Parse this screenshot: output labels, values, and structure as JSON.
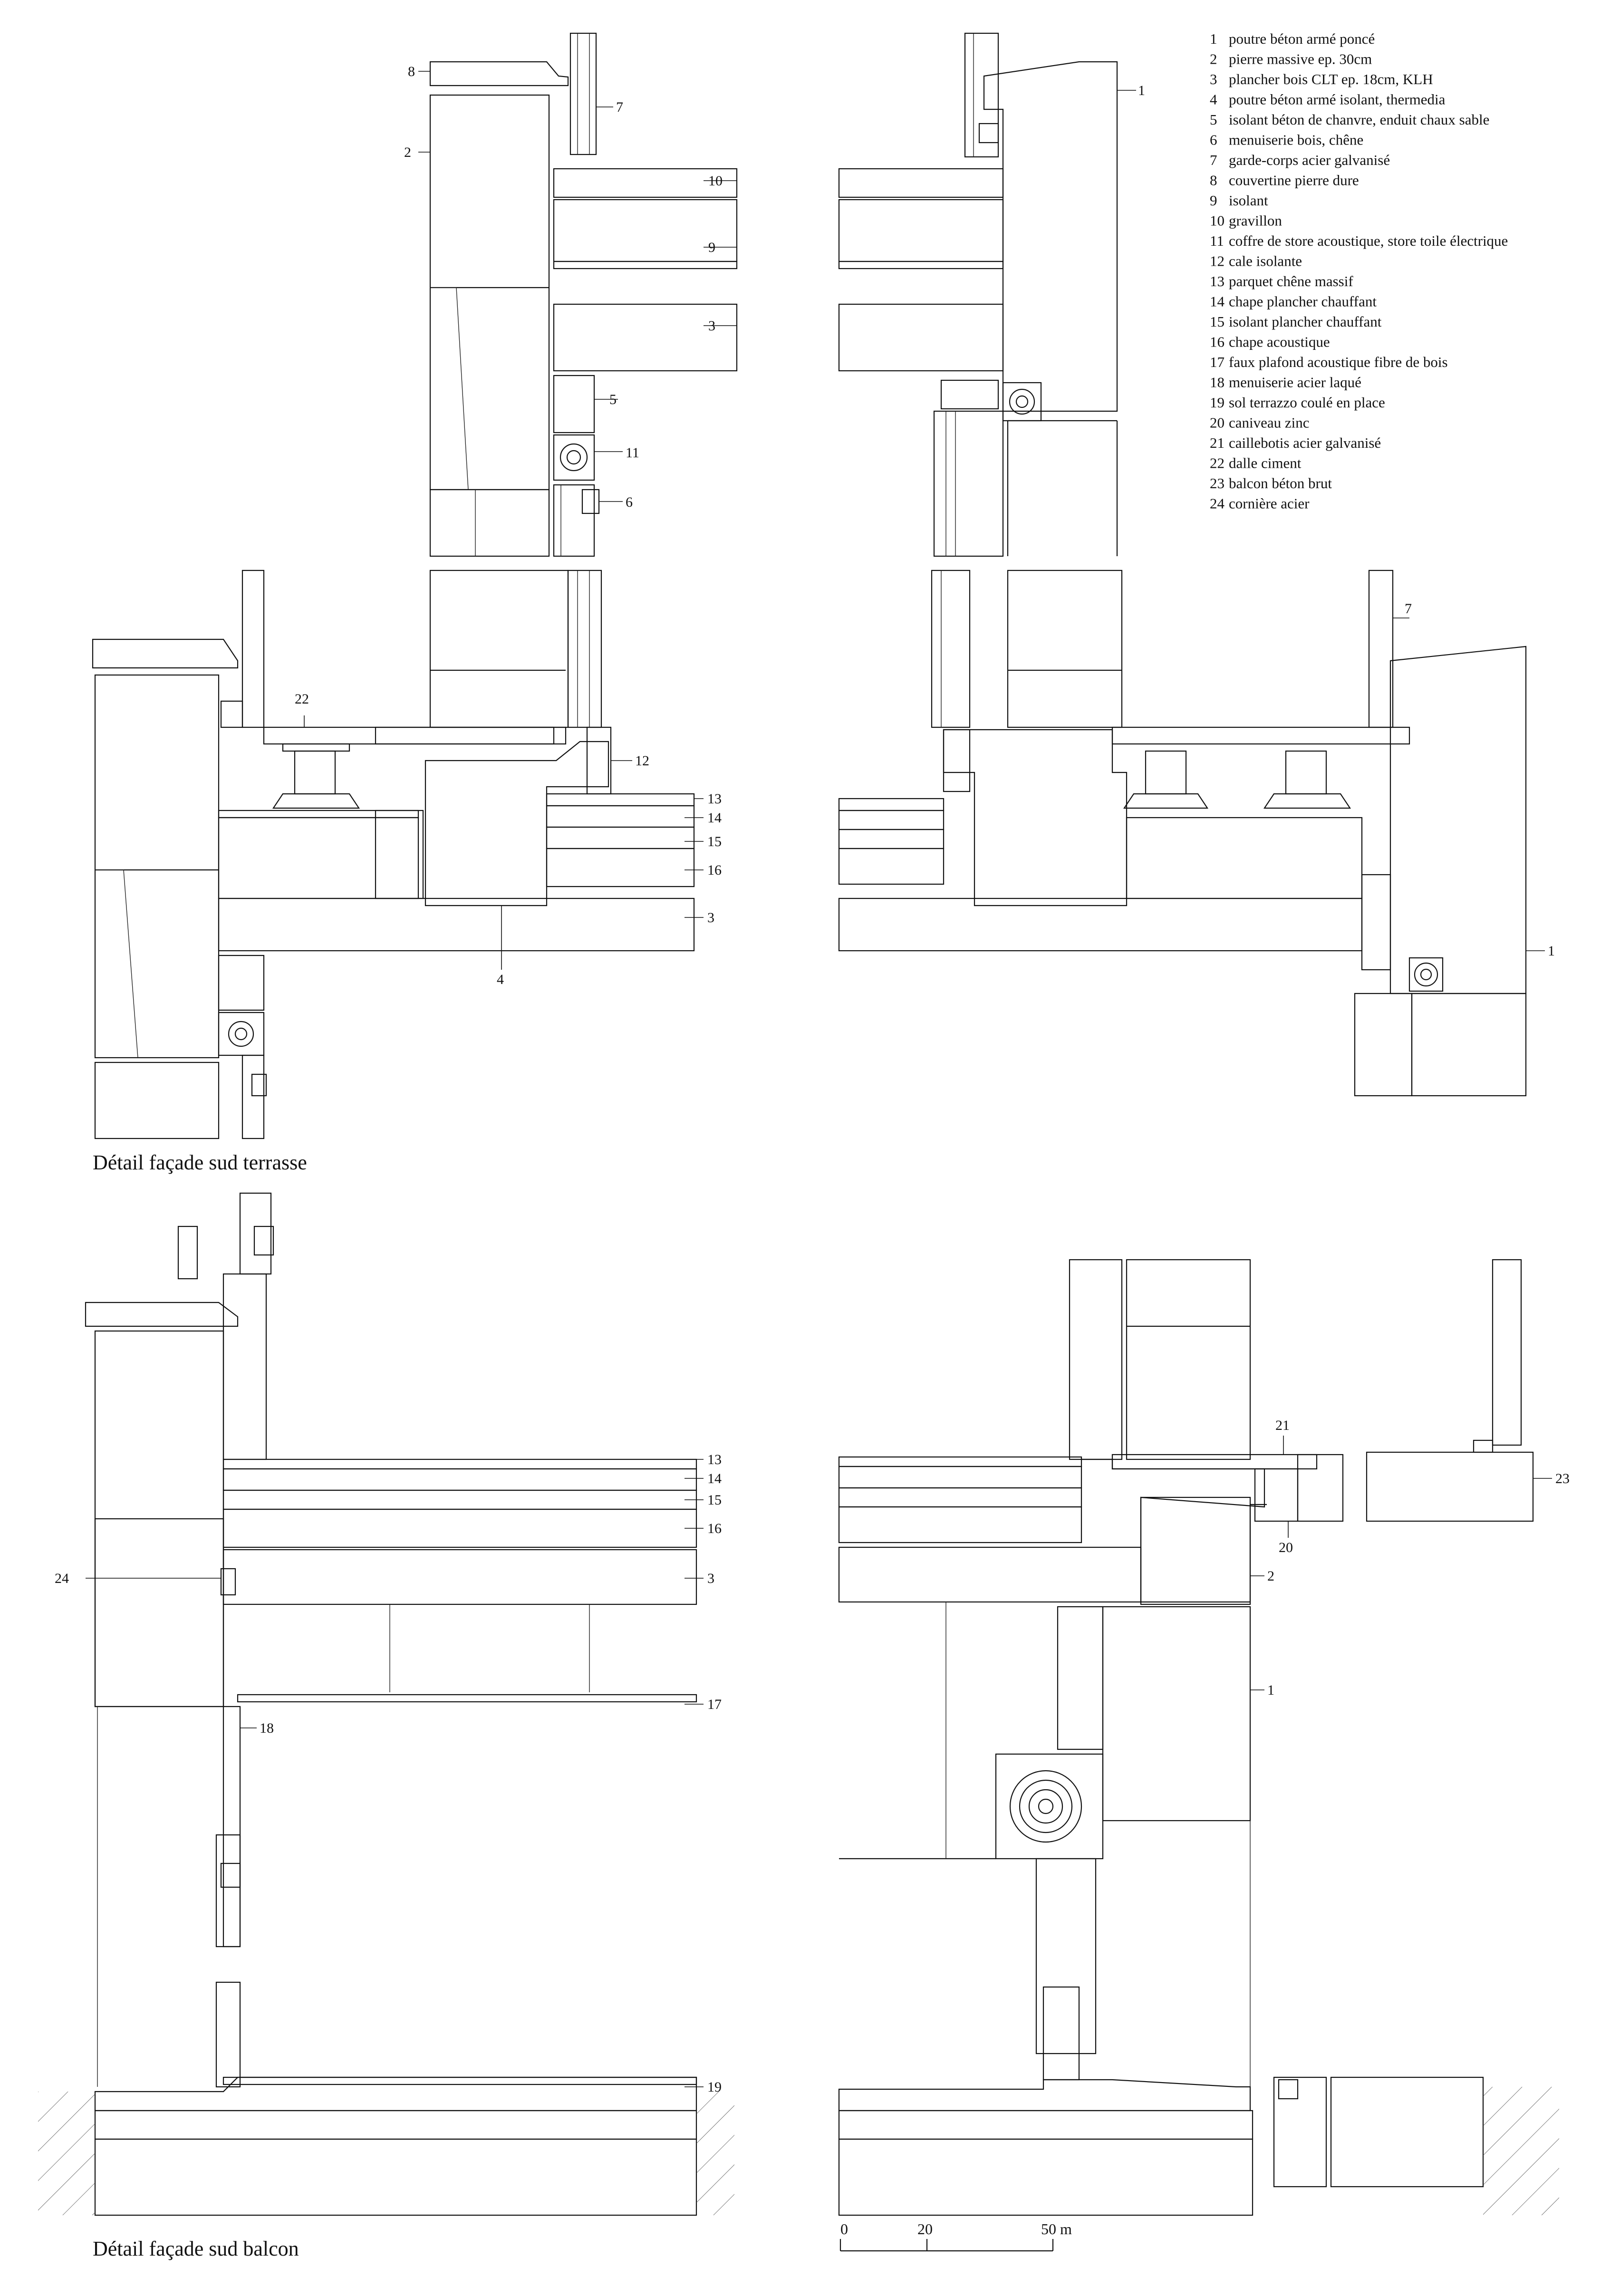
{
  "legend": [
    {
      "n": "1",
      "text": "poutre béton armé poncé"
    },
    {
      "n": "2",
      "text": "pierre massive ep. 30cm"
    },
    {
      "n": "3",
      "text": "plancher bois CLT ep. 18cm, KLH"
    },
    {
      "n": "4",
      "text": "poutre béton armé isolant, thermedia"
    },
    {
      "n": "5",
      "text": "isolant béton de chanvre, enduit chaux sable"
    },
    {
      "n": "6",
      "text": "menuiserie bois, chêne"
    },
    {
      "n": "7",
      "text": "garde-corps acier galvanisé"
    },
    {
      "n": "8",
      "text": "couvertine pierre dure"
    },
    {
      "n": "9",
      "text": "isolant"
    },
    {
      "n": "10",
      "text": "gravillon"
    },
    {
      "n": "11",
      "text": "coffre de store acoustique, store toile électrique"
    },
    {
      "n": "12",
      "text": "cale isolante"
    },
    {
      "n": "13",
      "text": "parquet chêne massif"
    },
    {
      "n": "14",
      "text": "chape plancher chauffant"
    },
    {
      "n": "15",
      "text": "isolant plancher chauffant"
    },
    {
      "n": "16",
      "text": "chape acoustique"
    },
    {
      "n": "17",
      "text": "faux plafond acoustique fibre de bois"
    },
    {
      "n": "18",
      "text": "menuiserie acier laqué"
    },
    {
      "n": "19",
      "text": "sol terrazzo coulé en place"
    },
    {
      "n": "20",
      "text": "caniveau zinc"
    },
    {
      "n": "21",
      "text": "caillebotis acier galvanisé"
    },
    {
      "n": "22",
      "text": "dalle ciment"
    },
    {
      "n": "23",
      "text": "balcon béton brut"
    },
    {
      "n": "24",
      "text": "cornière acier"
    }
  ],
  "captions": {
    "terrasse": "Détail façade sud terrasse",
    "balcon": "Détail façade sud balcon"
  },
  "scale": {
    "t0": "0",
    "t20": "20",
    "t50": "50 m"
  },
  "labels": {
    "a8": "8",
    "a7": "7",
    "a2": "2",
    "a10": "10",
    "a9": "9",
    "a3": "3",
    "a5": "5",
    "a11": "11",
    "a6": "6",
    "b1": "1",
    "c22": "22",
    "c12": "12",
    "c13": "13",
    "c14": "14",
    "c15": "15",
    "c16": "16",
    "c3": "3",
    "c4": "4",
    "d7": "7",
    "d1": "1",
    "e13": "13",
    "e14": "14",
    "e15": "15",
    "e16": "16",
    "e3": "3",
    "e24": "24",
    "e17": "17",
    "e18": "18",
    "e19": "19",
    "f21": "21",
    "f23": "23",
    "f20": "20",
    "f2": "2",
    "f1": "1"
  }
}
